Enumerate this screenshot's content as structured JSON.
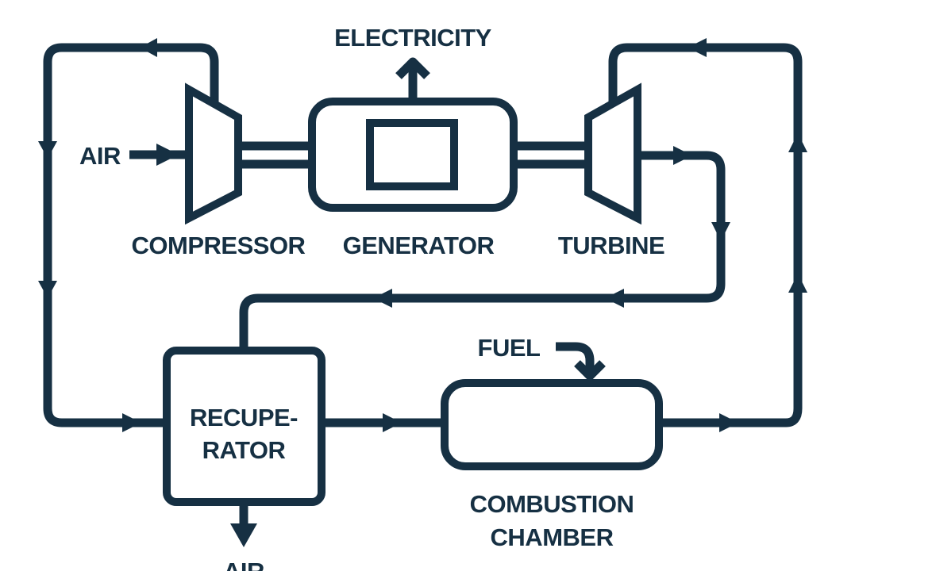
{
  "diagram": {
    "labels": {
      "electricity": "ELECTRICITY",
      "air_in": "AIR",
      "compressor": "COMPRESSOR",
      "generator": "GENERATOR",
      "turbine": "TURBINE",
      "fuel": "FUEL",
      "recuperator_line1": "RECUPE-",
      "recuperator_line2": "RATOR",
      "combustion_line1": "COMBUSTION",
      "combustion_line2": "CHAMBER",
      "air_out": "AIR"
    },
    "colors": {
      "ink": "#163043",
      "background": "#ffffff"
    }
  }
}
